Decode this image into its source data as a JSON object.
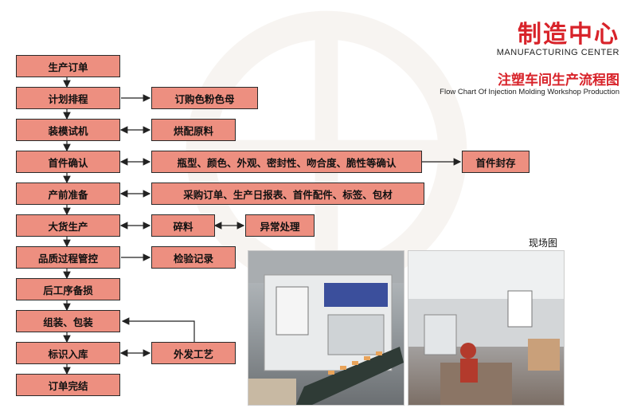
{
  "header": {
    "title_cn": "制造中心",
    "title_en": "MANUFACTURING CENTER",
    "subtitle_cn": "注塑车间生产流程图",
    "subtitle_en": "Flow Chart Of Injection Molding Workshop Production"
  },
  "flow": {
    "main_steps": [
      "生产订单",
      "计划排程",
      "装模试机",
      "首件确认",
      "产前准备",
      "大货生产",
      "品质过程管控",
      "后工序备损",
      "组装、包装",
      "标识入库",
      "订单完结"
    ],
    "side_steps": {
      "order_pigment": "订购色粉色母",
      "bake_material": "烘配原料",
      "first_article_checks": "瓶型、颜色、外观、密封性、吻合度、脆性等确认",
      "first_article_storage": "首件封存",
      "pre_production_items": "采购订单、生产日报表、首件配件、标签、包材",
      "regrind": "碎料",
      "exception_handling": "异常处理",
      "inspection_record": "检验记录",
      "outsourced_process": "外发工艺"
    }
  },
  "photos": {
    "label": "现场图"
  }
}
